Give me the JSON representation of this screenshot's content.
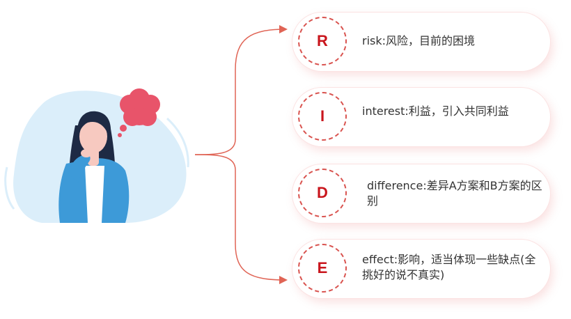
{
  "items": [
    {
      "letter": "R",
      "text": "risk:风险，目前的困境"
    },
    {
      "letter": "I",
      "text": "interest:利益，引入共同利益"
    },
    {
      "letter": "D",
      "text": "difference:差异A方案和B方案的区别"
    },
    {
      "letter": "E",
      "text": "effect:影响，适当体现一些缺点(全挑好的说不真实)"
    }
  ],
  "colors": {
    "accent": "#c9161d",
    "connector": "#e06455",
    "thought_bubble": "#e8546a",
    "blob": "#dbeefa",
    "jacket": "#3d9ad8"
  }
}
